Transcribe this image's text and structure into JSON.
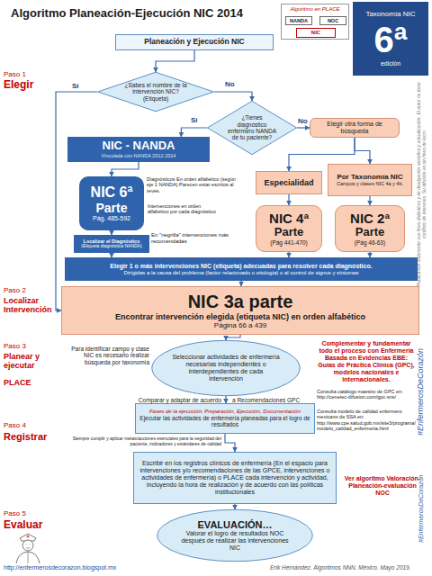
{
  "diagram": {
    "title": "Algoritmo Planeación-Ejecución NIC 2014",
    "nodes": [
      {
        "text": [
          "Algoritmo en PLACE"
        ]
      },
      {
        "text": [
          "NANDA"
        ],
        "in": 0
      },
      {
        "text": [
          "NOC"
        ],
        "in": 0
      },
      {
        "text": [
          "NIC"
        ],
        "in": 0
      },
      {
        "text": [
          "Taxonomía NIC",
          "6ª",
          "edición"
        ]
      },
      {
        "text": [
          "Planeación y Ejecución NIC"
        ]
      },
      {
        "text": [
          "¿Sabes el nombre de la intervención NIC? (Etiqueta)"
        ]
      },
      {
        "text": [
          "¿Tienes diagnóstico enfermero NANDA de tu paciente?"
        ]
      },
      {
        "text": [
          "Elegir otra forma de búsqueda"
        ]
      },
      {
        "text": [
          "NIC - NANDA",
          "Vinculada con NANDA 2012-2014"
        ]
      },
      {
        "text": [
          "Especialidad"
        ]
      },
      {
        "text": [
          "Por Taxonomía NIC",
          "Campos y clases NIC 4a y 4b."
        ]
      },
      {
        "text": [
          "NIC 6ª",
          "Parte",
          "Pág. 485-592"
        ]
      },
      {
        "text": [
          "NIC 4ª",
          "Parte",
          "(Pág 441-470)"
        ]
      },
      {
        "text": [
          "NIC 2ª",
          "Parte",
          "(Pág 46-63)"
        ]
      },
      {
        "text": [
          "Localizar el Diagnóstico",
          "(Etiqueta diagnóstica NANDA)"
        ]
      },
      {
        "text": [
          "Elegir 1 o más intervenciones NIC (etiqueta) adecuadas para resolver cada diagnóstico.",
          "Dirígidas a la causa del problema (factor relacionado o etiología) o al control de signos y síntomas"
        ]
      },
      {
        "text": [
          "NIC 3a parte",
          "Encontrar intervención elegida (etiqueta NIC) en orden alfabético",
          "Página 66 a 439"
        ]
      },
      {
        "text": [
          "Seleccionar actividades de enfermería necesarias independientes o interdependientes de cada intervención"
        ]
      },
      {
        "text": [
          "Fases de la ejecución: Preparación, Ejecución, Documentación",
          "Ejecutar las actividades de enfermería planeadas para el logro de resultados"
        ]
      },
      {
        "text": [
          "Escribir en los registros clínicos de enfermería (En el espacio para intervenciones y/o recomendaciones de las GPCE, intervenciones o actividades de enfermería) o PLACE cada intervención y actividad, incluyendo la hora de realización y de acuerdo con las políticas institucionales"
        ]
      },
      {
        "text": [
          "EVALUACIÓN…",
          "Valorar el logro de resultados NOC después de realizar las intervenciones NIC"
        ]
      }
    ],
    "edges": [
      {
        "from": 5,
        "to": 6,
        "arrow": "to"
      },
      {
        "from": 6,
        "to": 7,
        "label": "No",
        "arrow": "to"
      },
      {
        "from": 6,
        "to": 17,
        "label": "Sí",
        "arrow": "to"
      },
      {
        "from": 7,
        "to": 9,
        "label": "Sí",
        "arrow": "to"
      },
      {
        "from": 7,
        "to": 8,
        "label": "No",
        "arrow": "to"
      },
      {
        "from": 8,
        "to": 10,
        "arrow": "to"
      },
      {
        "from": 8,
        "to": 11,
        "arrow": "to"
      },
      {
        "from": 9,
        "to": 12,
        "arrow": "to"
      },
      {
        "from": 10,
        "to": 13,
        "arrow": "to"
      },
      {
        "from": 11,
        "to": 14,
        "arrow": "to"
      },
      {
        "from": 12,
        "to": 15,
        "arrow": "to"
      },
      {
        "from": 15,
        "to": 16,
        "arrow": "to"
      },
      {
        "from": 13,
        "to": 16,
        "arrow": "to"
      },
      {
        "from": 14,
        "to": 16,
        "arrow": "to"
      },
      {
        "from": 16,
        "to": 17,
        "arrow": "to"
      },
      {
        "from": 17,
        "to": 18,
        "arrow": "to"
      },
      {
        "from": 18,
        "to": 19,
        "arrow": "to"
      },
      {
        "from": 19,
        "to": 20,
        "arrow": "to"
      },
      {
        "from": 20,
        "to": 21,
        "arrow": "to"
      }
    ],
    "labels": [
      "Paso 1",
      "Elegir",
      "Diagnósticos En orden alfabético (según eje 1 NANDA) Parecen estar escritos al revés.",
      "Intervenciones en orden alfabético por cada diagnóstico",
      "En \"negrilla\" intervenciones más recomendadas",
      "Paso 2",
      "Localizar Intervención",
      "Paso 3",
      "Planear y ejecutar",
      "PLACE",
      "Para identificar campo y clase NIC es necesario realizar búsqueda por taxonomía",
      "Complementar y fundamentar todo el proceso con Enfermería Basada en Evidencias EBE: Guías de Práctica Clínica (GPC), modelos nacionales e internacionales.",
      "Consulta catálogo maestro de GPC en: http://cenetec-difusion.com/gpc-sns/",
      "Consulta modelo de calidad enfermero mexicano de SSA en: http://www.cpe.salud.gob.mx/site3/programa/modelo_calidad_enfermeria.html",
      "Comparar y adaptar de acuerdo",
      "a Recomendaciones GPC",
      "Paso 4",
      "Registrar",
      "Siempre cumplir y aplicar metas/acciones esenciales para la seguridad del paciente, indicadores y estándares de calidad",
      "Ver algoritmo Valoración-Planeación-evaluación NOC",
      "Paso 5",
      "Evaluar",
      "http://enfermerosdecorazon.blogspot.mx",
      "Erik Hernández. Algoritmos NNN. México. Mayo 2019.",
      "Publicación solamente con fines didácticos y de divulgación científica y actualización. El autor no tiene conflicto de intereses. Su difusión es sin fines de lucro",
      "#EnfermerosDeCorazón",
      "#EnfermerosDeCorazón"
    ]
  }
}
